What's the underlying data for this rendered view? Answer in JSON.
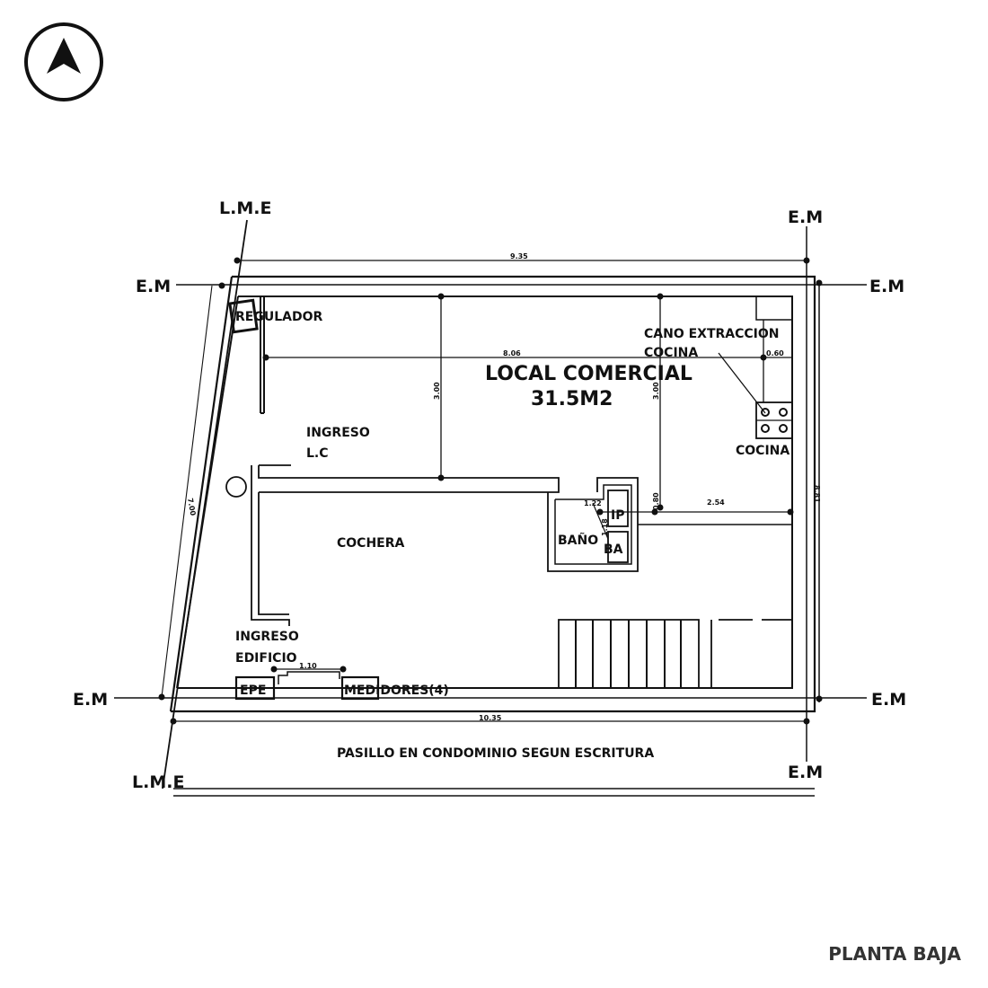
{
  "caption": "PLANTA BAJA",
  "labels": {
    "lme": "L.M.E",
    "em": "E.M",
    "regulador": "REGULADOR",
    "local_title": "LOCAL COMERCIAL",
    "local_area": "31.5M2",
    "cano_1": "CANO EXTRACCION",
    "cano_2": "COCINA",
    "cocina": "COCINA",
    "ingreso_lc_1": "INGRESO",
    "ingreso_lc_2": "L.C",
    "cochera": "COCHERA",
    "bano": "BAÑO",
    "ip": "IP",
    "ba": "BA",
    "ingreso_edificio_1": "INGRESO",
    "ingreso_edificio_2": "EDIFICIO",
    "epe": "EPE",
    "medidores": "MEDIDORES(4)",
    "pasillo": "PASILLO EN CONDOMINIO SEGUN ESCRITURA"
  },
  "dimensions": {
    "top_width": "9.35",
    "inner_width": "8.06",
    "right_strip": "0.60",
    "left_height_1": "3.00",
    "left_height_2": "3.00",
    "side_depth": "7.00",
    "right_depth": "8.81",
    "bath_width": "1.22",
    "bath_depth": "1.18",
    "small_gap": "0.80",
    "kitchen_side": "2.54",
    "entry_width": "1.10",
    "bottom_width": "10.35"
  },
  "colors": {
    "line": "#111111",
    "caption": "#333333"
  }
}
